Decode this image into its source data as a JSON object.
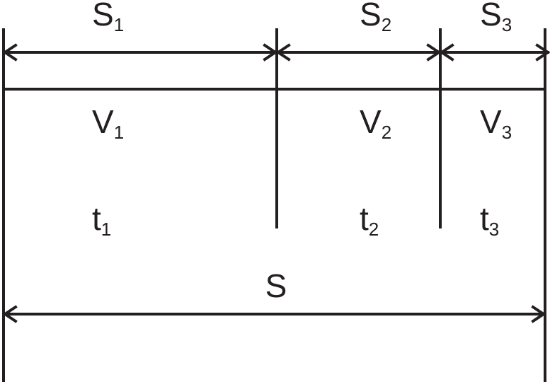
{
  "segments": [
    {
      "distance_symbol": "S",
      "distance_index": "1",
      "speed_symbol": "V",
      "speed_index": "1",
      "time_symbol": "t",
      "time_index": "1"
    },
    {
      "distance_symbol": "S",
      "distance_index": "2",
      "speed_symbol": "V",
      "speed_index": "2",
      "time_symbol": "t",
      "time_index": "2"
    },
    {
      "distance_symbol": "S",
      "distance_index": "3",
      "speed_symbol": "V",
      "speed_index": "3",
      "time_symbol": "t",
      "time_index": "3"
    }
  ],
  "total": {
    "label": "S"
  },
  "colors": {
    "ink": "#231f20",
    "background": "#ffffff"
  }
}
